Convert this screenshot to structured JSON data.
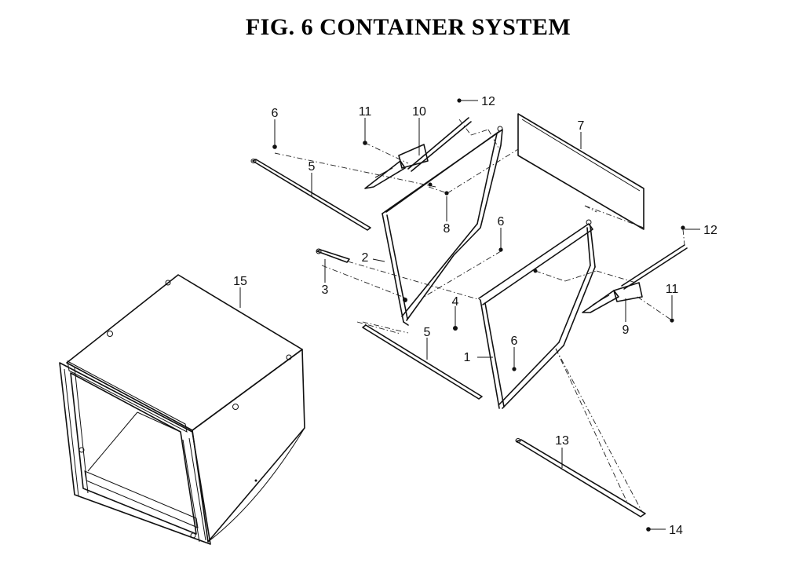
{
  "title": "FIG.  6  CONTAINER SYSTEM",
  "callouts": [
    "1",
    "2",
    "3",
    "4",
    "5",
    "5",
    "6",
    "6",
    "6",
    "7",
    "8",
    "9",
    "10",
    "11",
    "11",
    "12",
    "12",
    "13",
    "14",
    "15"
  ]
}
